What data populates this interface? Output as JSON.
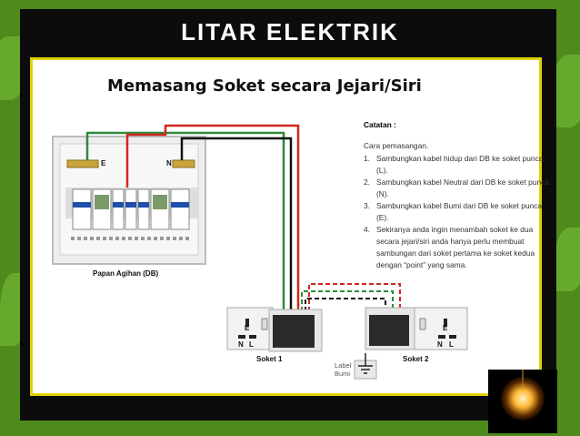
{
  "slide": {
    "title": "LITAR ELEKTRIK",
    "subtitle": "Memasang Soket secara Jejari/Siri"
  },
  "notes": {
    "heading": "Catatan :",
    "intro": "Cara pemasangan.",
    "items": [
      {
        "num": "1.",
        "text": "Sambungkan  kabel hidup dari DB ke soket punca (L)."
      },
      {
        "num": "2.",
        "text": "Sambungkan  kabel Neutral dari DB ke soket punca (N)."
      },
      {
        "num": "3.",
        "text": "Sambungkan  kabel Bumi dari DB ke soket punca (E)."
      },
      {
        "num": "4.",
        "text": "Sekiranya anda ingin menambah soket ke dua secara jejari/siri anda hanya perlu membuat sambungan dari soket pertama ke soket kedua dengan “point” yang sama."
      }
    ]
  },
  "diagram": {
    "db_label": "Papan Agihan (DB)",
    "db_earth_bar": "E",
    "db_neutral_bar": "N",
    "socket1_label": "Soket 1",
    "socket2_label": "Soket 2",
    "socket_e": "E",
    "socket_n": "N",
    "socket_l": "L",
    "earth_label_line1": "Label",
    "earth_label_line2": "Bumi"
  },
  "colors": {
    "background": "#4e8a1c",
    "frame": "#0c0c0c",
    "panel_border": "#e1d300",
    "live_wire": "#d0281f",
    "neutral_wire": "#111111",
    "earth_wire": "#2e8a3a"
  },
  "icons": [
    "earth-symbol-icon",
    "light-bulb-icon"
  ]
}
